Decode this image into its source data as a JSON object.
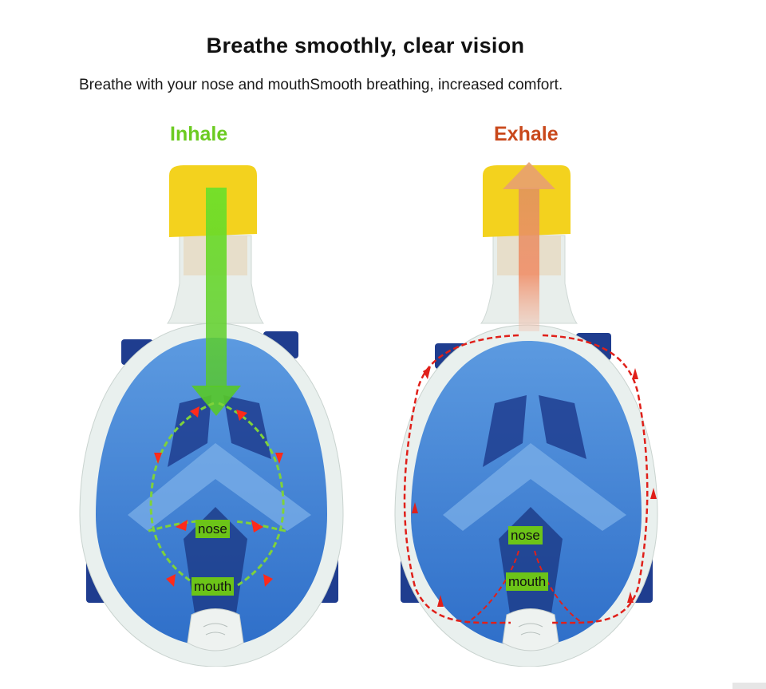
{
  "header": {
    "title": "Breathe smoothly, clear vision",
    "subtitle": "Breathe with your nose and mouthSmooth breathing, increased comfort."
  },
  "panels": [
    {
      "label": "Inhale",
      "label_color": "#6ccb21",
      "arrow_direction": "down",
      "arrow_color": "#63d627",
      "flow_line_colors": [
        "#7fd23a",
        "#ff2a1a"
      ],
      "tags": [
        "nose",
        "mouth"
      ]
    },
    {
      "label": "Exhale",
      "label_color": "#c9481b",
      "arrow_direction": "up",
      "arrow_color": "#f0906a",
      "flow_line_colors": [
        "#e0201a"
      ],
      "tags": [
        "nose",
        "mouth"
      ]
    }
  ],
  "colors": {
    "mask_frame": "#e9f0ee",
    "lens_blue": "#3d7fd4",
    "strap_navy": "#1f3d8f",
    "snorkel_cap": "#f3d21e",
    "tag_bg": "#6cc418"
  }
}
